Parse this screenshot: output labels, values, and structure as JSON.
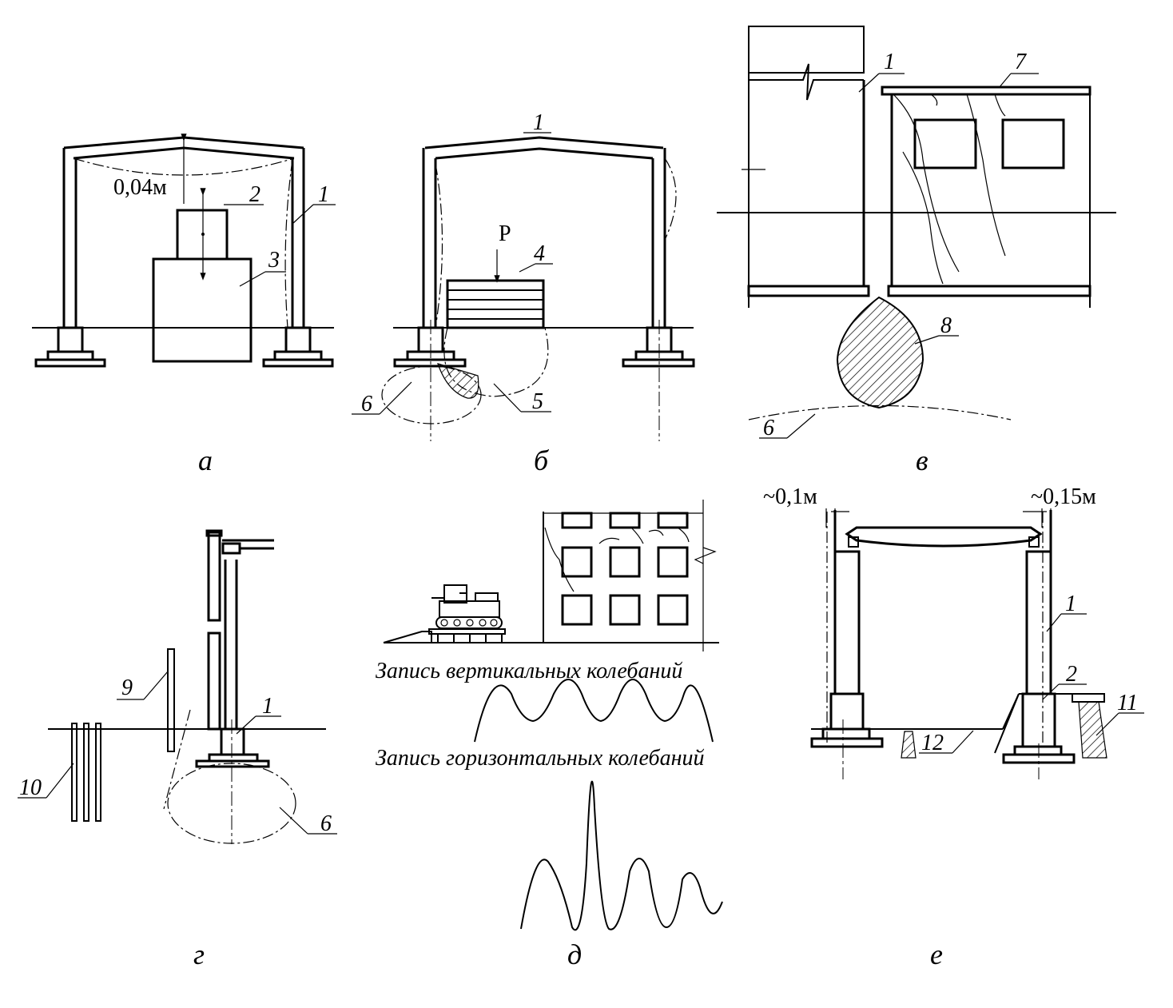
{
  "panels": {
    "a": {
      "caption": "а",
      "dimension": "0,04м",
      "callouts": [
        "2",
        "1",
        "3"
      ]
    },
    "b": {
      "caption": "б",
      "load_label": "P",
      "callouts": [
        "1",
        "4",
        "6",
        "5"
      ]
    },
    "v": {
      "caption": "в",
      "callouts": [
        "1",
        "7",
        "8",
        "6"
      ]
    },
    "g": {
      "caption": "г",
      "callouts": [
        "9",
        "1",
        "10",
        "6"
      ]
    },
    "d": {
      "caption": "д",
      "vertical_record_label": "Запись вертикальных колебаний",
      "horizontal_record_label": "Запись горизонтальных колебаний"
    },
    "e": {
      "caption": "е",
      "left_shift": "~0,1м",
      "right_shift": "~0,15м",
      "callouts": [
        "1",
        "2",
        "11",
        "12"
      ]
    }
  }
}
